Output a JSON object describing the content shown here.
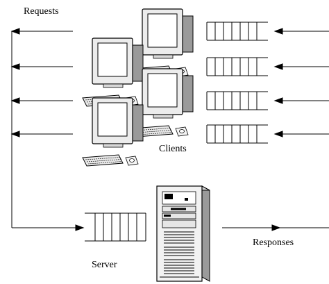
{
  "labels": {
    "requests": "Requests",
    "clients": "Clients",
    "server": "Server",
    "responses": "Responses"
  },
  "colors": {
    "line": "#000000",
    "monitor_body": "#ececec",
    "screen": "#ffffff",
    "server_body": "#f2f2f2",
    "background": "#ffffff"
  },
  "icons": [
    "workstation-icon",
    "server-tower-icon",
    "arrow-left-icon",
    "arrow-right-icon"
  ]
}
